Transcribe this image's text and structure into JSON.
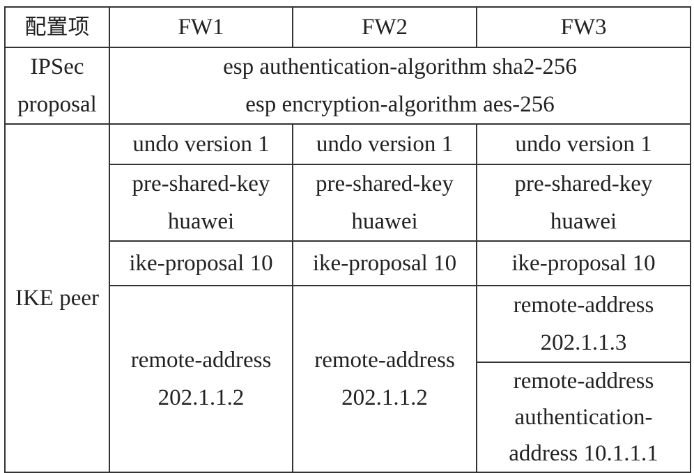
{
  "table": {
    "header": {
      "config_item": "配置项",
      "fw1": "FW1",
      "fw2": "FW2",
      "fw3": "FW3"
    },
    "ipsec": {
      "label_line1": "IPSec",
      "label_line2": "proposal",
      "value_line1": "esp authentication-algorithm sha2-256",
      "value_line2": "esp encryption-algorithm aes-256"
    },
    "ike_peer": {
      "label": "IKE peer",
      "undo_version": {
        "fw1": "undo version 1",
        "fw2": "undo version 1",
        "fw3": "undo version 1"
      },
      "pre_shared_key": {
        "fw1": {
          "line1": "pre-shared-key",
          "line2": "huawei"
        },
        "fw2": {
          "line1": "pre-shared-key",
          "line2": "huawei"
        },
        "fw3": {
          "line1": "pre-shared-key",
          "line2": "huawei"
        }
      },
      "ike_proposal": {
        "fw1": "ike-proposal 10",
        "fw2": "ike-proposal 10",
        "fw3": "ike-proposal 10"
      },
      "remote_address": {
        "fw1": {
          "line1": "remote-address",
          "line2": "202.1.1.2"
        },
        "fw2": {
          "line1": "remote-address",
          "line2": "202.1.1.2"
        },
        "fw3_a": {
          "line1": "remote-address",
          "line2": "202.1.1.3"
        },
        "fw3_b": {
          "line1": "remote-address",
          "line2": "authentication-",
          "line3": "address 10.1.1.1"
        }
      }
    }
  }
}
